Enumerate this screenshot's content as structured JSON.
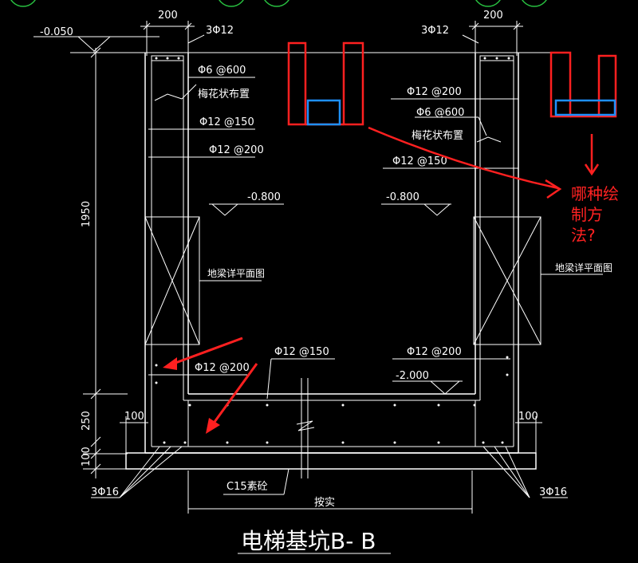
{
  "title": "电梯基坑B- B",
  "elevations": {
    "top": "-0.050",
    "mid_left": "-0.800",
    "mid_right": "-0.800",
    "bottom": "-2.000"
  },
  "dimensions": {
    "wall_width_left": "200",
    "wall_width_right": "200",
    "height_main": "1950",
    "height_slab": "250",
    "height_cushion": "100",
    "ext_left": "100",
    "ext_right": "100"
  },
  "rebar": {
    "top_left": "3Φ12",
    "top_right": "3Φ12",
    "left_tie": "Φ6 @600",
    "left_tie_note": "梅花状布置",
    "left_vert": "Φ12 @150",
    "left_horiz": "Φ12 @200",
    "right_horiz": "Φ12 @200",
    "right_tie": "Φ6 @600",
    "right_tie_note": "梅花状布置",
    "right_vert": "Φ12 @150",
    "left_bottom": "Φ12 @200",
    "bottom_center": "Φ12 @150",
    "bottom_right": "Φ12 @200",
    "corner_left": "3Φ16",
    "corner_right": "3Φ16"
  },
  "notes": {
    "beam_left": "地梁详平面图",
    "beam_right": "地梁详平面图",
    "cushion": "C15素砼",
    "soil": "按实"
  },
  "annotation": {
    "line1": "哪种绘",
    "line2": "制方",
    "line3": "法?"
  }
}
